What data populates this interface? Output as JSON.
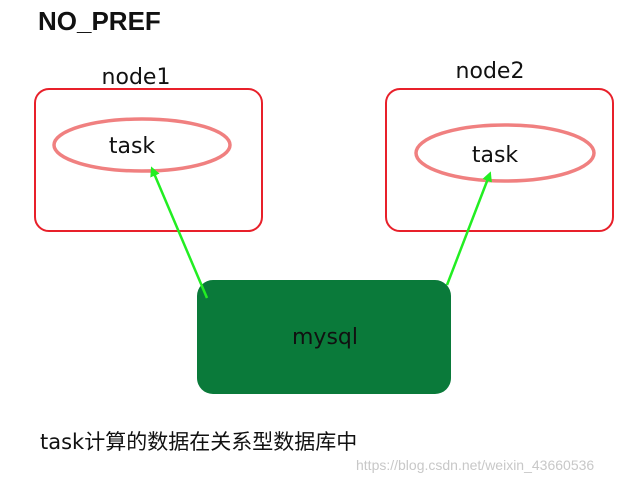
{
  "title": "NO_PREF",
  "nodes": [
    {
      "label": "node1",
      "task_label": "task"
    },
    {
      "label": "node2",
      "task_label": "task"
    }
  ],
  "database": {
    "label": "mysql"
  },
  "caption": "task计算的数据在关系型数据库中",
  "watermark": "https://blog.csdn.net/weixin_43660536",
  "colors": {
    "node_border": "#e8202a",
    "task_ellipse": "#f08080",
    "arrow": "#22ee22",
    "database_fill": "#0a7a3a"
  }
}
